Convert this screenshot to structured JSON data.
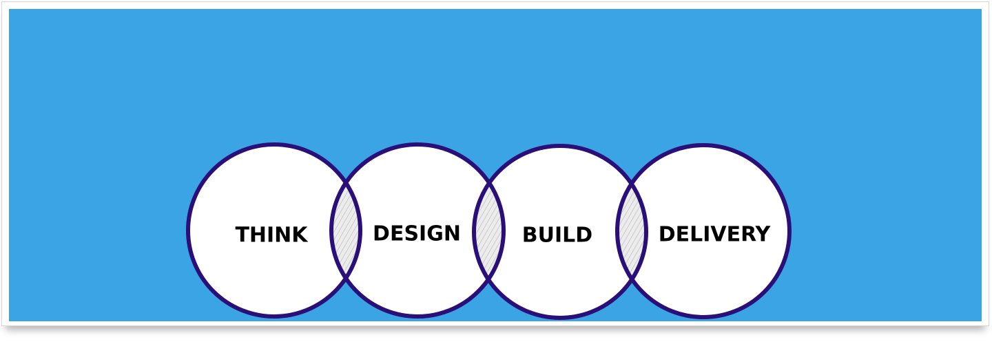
{
  "diagram": {
    "background_color": "#3aa4e5",
    "circle_fill": "#ffffff",
    "circle_stroke": "#2a0f78",
    "overlap_fill": "#e6e6e6",
    "stages": [
      {
        "label": "THINK"
      },
      {
        "label": "DESIGN"
      },
      {
        "label": "BUILD"
      },
      {
        "label": "DELIVERY"
      }
    ]
  }
}
